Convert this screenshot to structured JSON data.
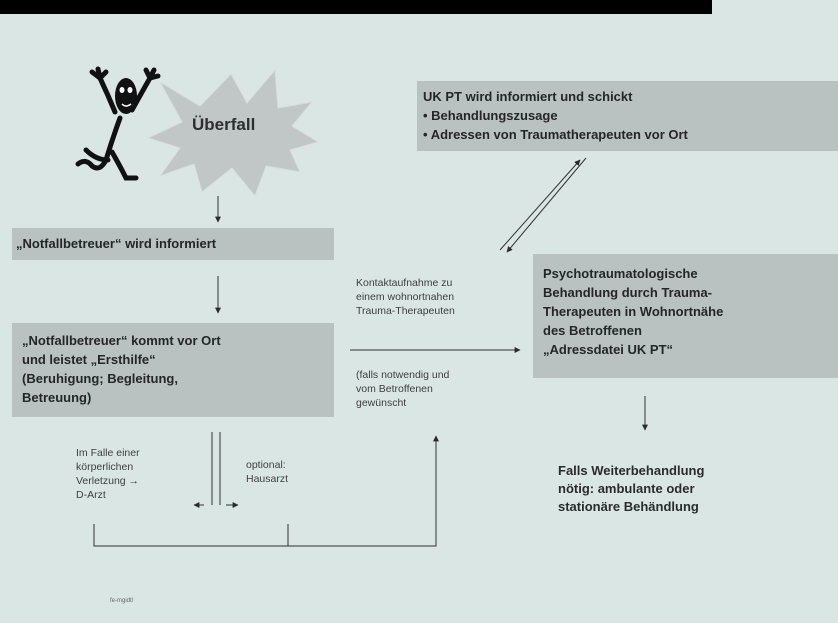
{
  "ueberfall": "Überfall",
  "box_notfallbetreuer_informiert": "„Notfallbetreuer“ wird informiert",
  "box_vor_ort": [
    "„Notfallbetreuer“ kommt vor Ort",
    "und leistet „Ersthilfe“",
    "(Beruhigung; Begleitung,",
    "Betreuung)"
  ],
  "box_ukpt": {
    "heading": "UK PT wird informiert und schickt",
    "items": [
      "Behandlungszusage",
      "Adressen von Traumatherapeuten vor Ort"
    ]
  },
  "box_behandlung": [
    "Psychotraumatologische",
    "Behandlung durch Trauma-",
    "Therapeuten in Wohnortnähe",
    "des Betroffenen",
    "„Adressdatei UK PT“"
  ],
  "kontakt_text": [
    "Kontaktaufnahme zu",
    "einem wohnortnahen",
    "Trauma-Therapeuten"
  ],
  "falls_text": [
    "(falls notwendig und",
    "vom Betroffenen",
    "gewünscht"
  ],
  "verletzung_text": [
    "Im Falle einer",
    "körperlichen",
    "Verletzung →",
    "D-Arzt"
  ],
  "hausarzt_text": [
    "optional:",
    "Hausarzt"
  ],
  "weiterbehandlung": [
    "Falls Weiterbehandlung",
    "nötig: ambulante oder",
    "stationäre Behändlung"
  ],
  "footnote": "fe-mgidtl"
}
